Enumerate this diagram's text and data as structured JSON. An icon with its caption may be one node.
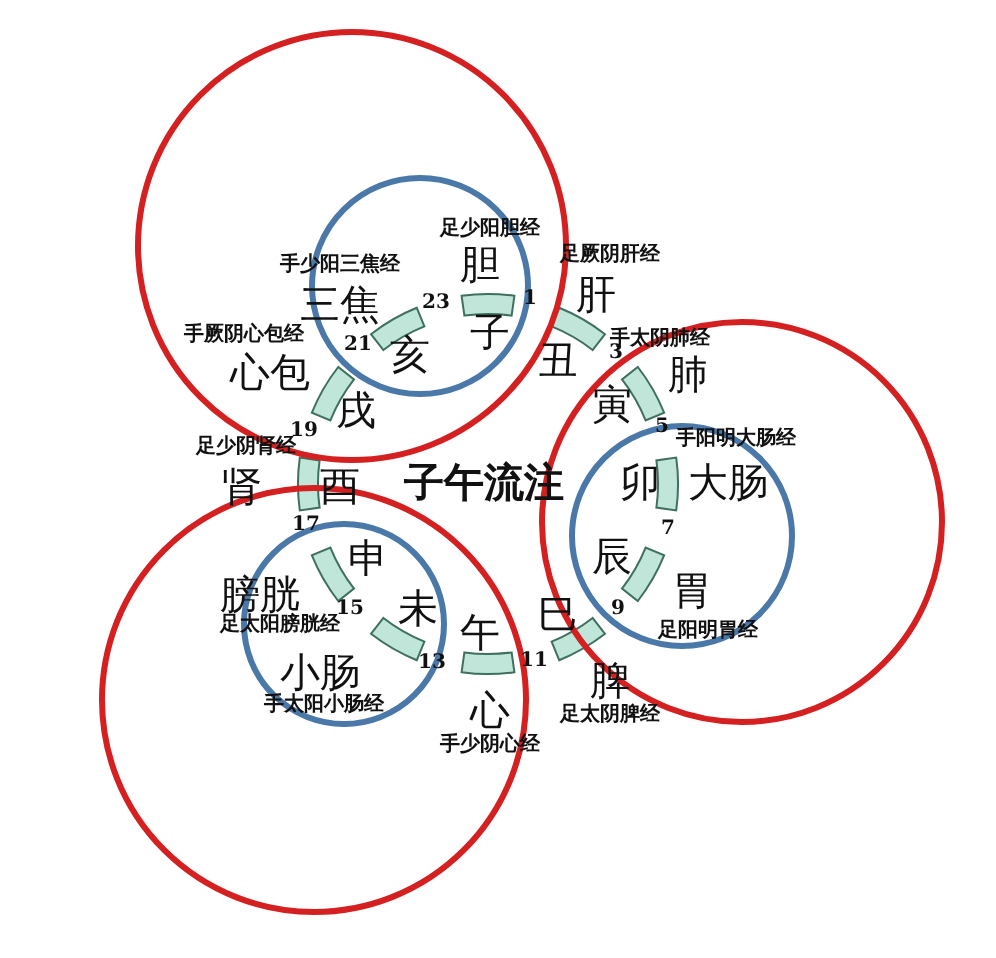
{
  "diagram": {
    "title": "子午流注",
    "labels": [
      "足少阳胆经",
      "手少阳三焦经",
      "胆",
      "足厥阴肝经",
      "三焦",
      "23",
      "1",
      "肝",
      "子",
      "亥",
      "21",
      "手厥阴心包经",
      "丑",
      "3",
      "手太阴肺经",
      "心包",
      "戌",
      "肺",
      "寅",
      "19",
      "足少阴肾经",
      "5",
      "手阳明大肠经",
      "肾",
      "酉",
      "卯",
      "大肠",
      "17",
      "申",
      "7",
      "膀胱",
      "辰",
      "未",
      "15",
      "足太阳膀胱经",
      "巳",
      "胃",
      "9",
      "足阳明胃经",
      "午",
      "13",
      "11",
      "小肠",
      "手太阳小肠经",
      "心",
      "脾",
      "足太阴脾经",
      "手少阴心经"
    ]
  }
}
